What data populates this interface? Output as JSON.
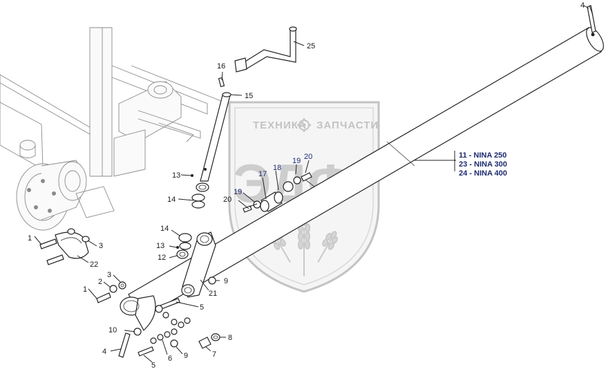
{
  "watermark": {
    "text_left": "ТЕХНИКА",
    "text_right": "ЗАПЧАСТИ",
    "letters": "ЭДФ",
    "logo_icon": "gear-icon"
  },
  "legend": {
    "lines": [
      "11 - NINA 250",
      "23 - NINA 300",
      "24 - NINA 400"
    ]
  },
  "callouts": {
    "c1a": "1",
    "c1b": "1",
    "c2": "2",
    "c3a": "3",
    "c3b": "3",
    "c4a": "4",
    "c4b": "4",
    "c5a": "5",
    "c5b": "5",
    "c6": "6",
    "c7": "7",
    "c8": "8",
    "c9a": "9",
    "c9b": "9",
    "c10": "10",
    "c12": "12",
    "c13a": "13",
    "c13b": "13",
    "c14a": "14",
    "c14b": "14",
    "c15": "15",
    "c16": "16",
    "c17": "17",
    "c18": "18",
    "c19a": "19",
    "c19b": "19",
    "c20a": "20",
    "c20b": "20",
    "c21": "21",
    "c22": "22",
    "c25": "25"
  },
  "colors": {
    "callout_blue": "#1c2a6e",
    "line": "#222222",
    "watermark": "#c8c8c8"
  }
}
